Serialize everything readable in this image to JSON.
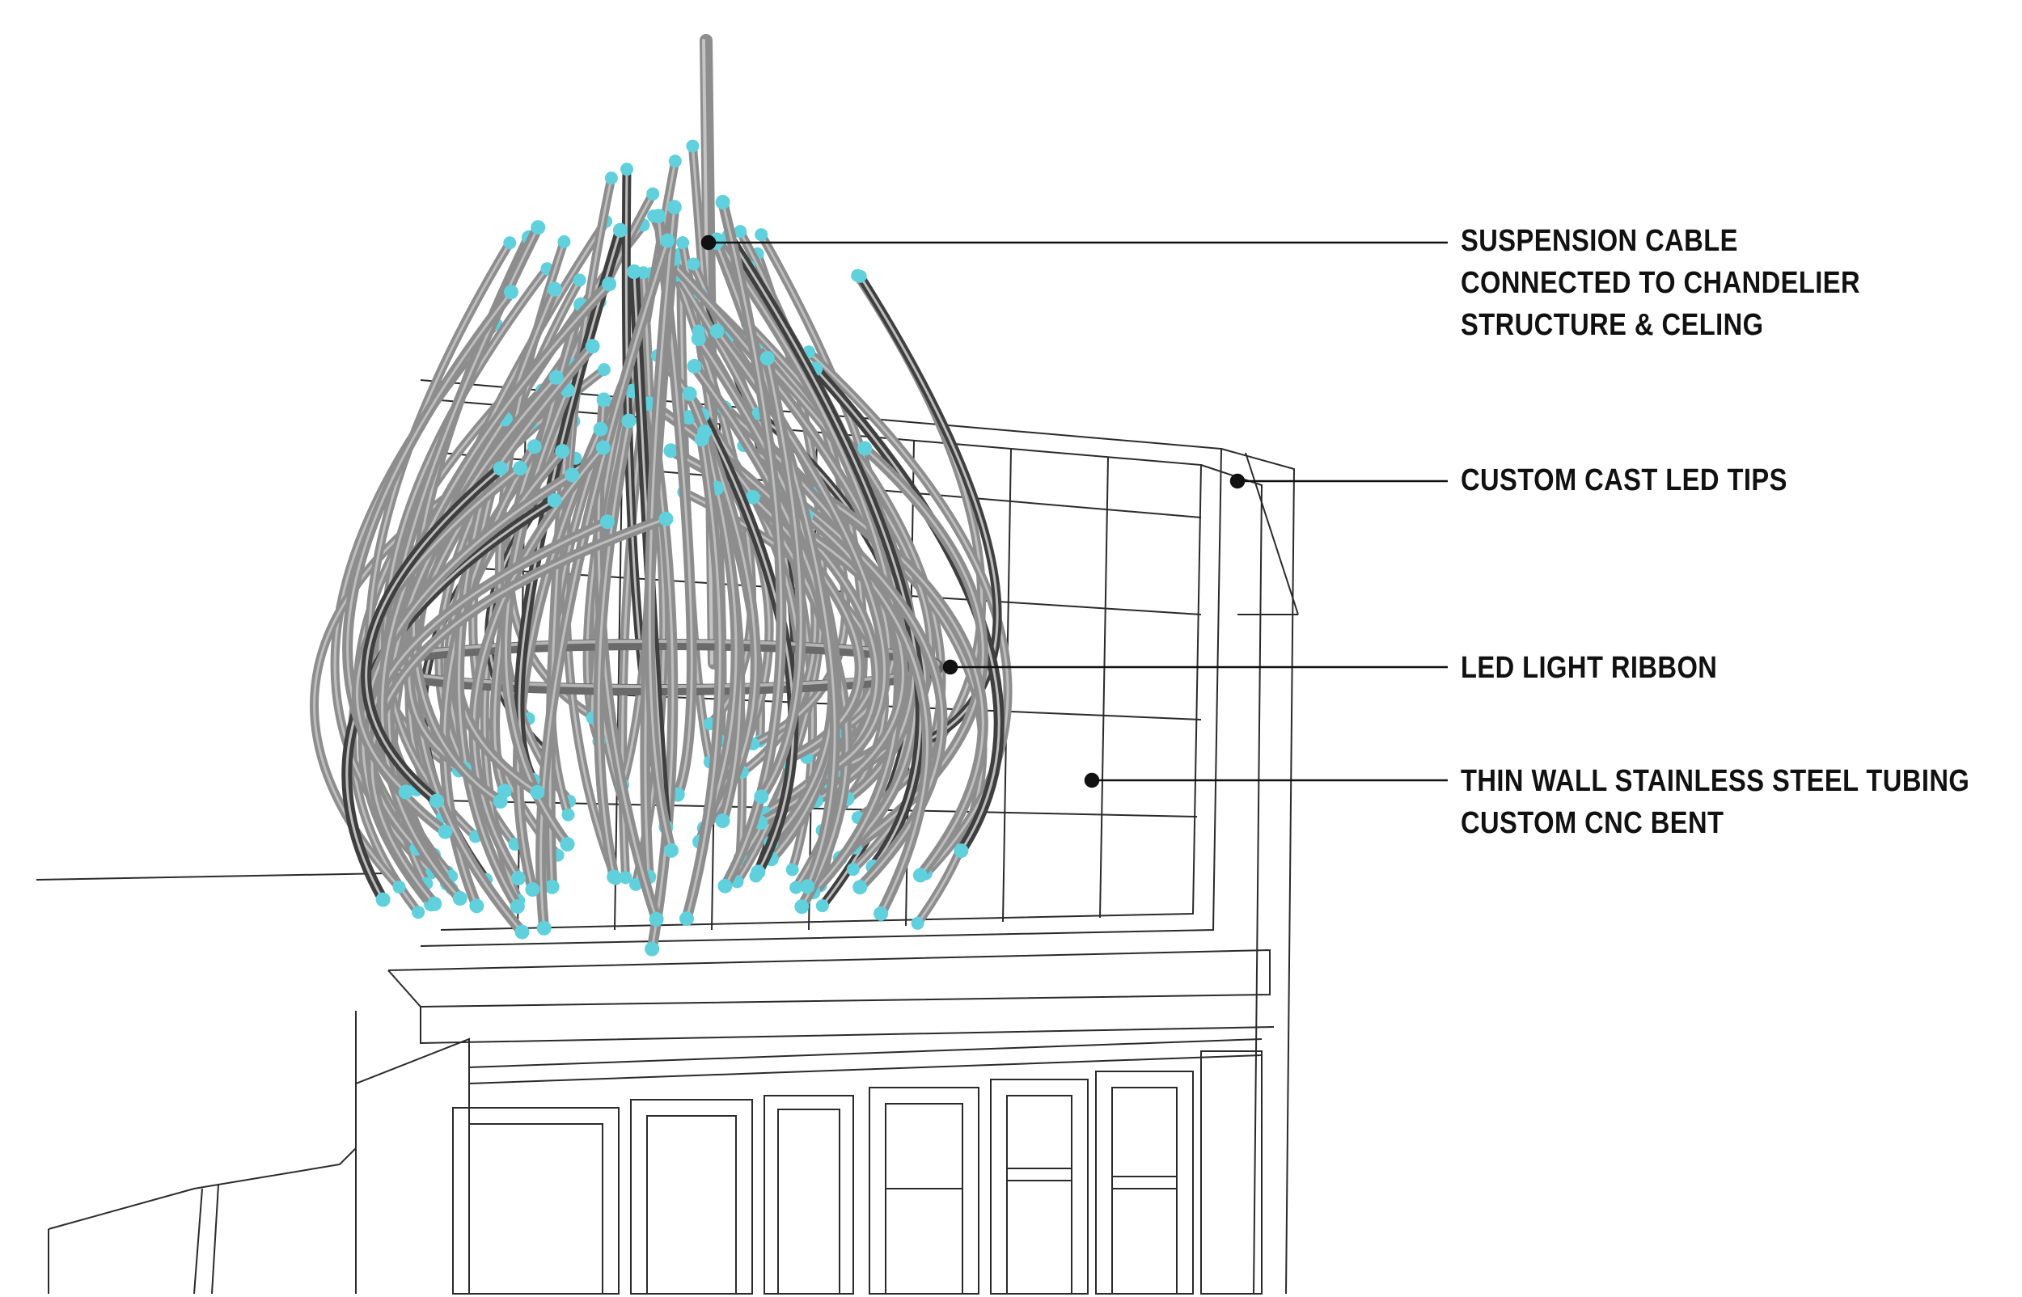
{
  "colors": {
    "background": "#ffffff",
    "architecture_line": "#2a2a2a",
    "tube_body": "#8d8d8d",
    "tube_dark": "#3f3f3f",
    "led_tip": "#5fd0dc",
    "leader_line": "#111111",
    "label_text": "#111111"
  },
  "callouts": [
    {
      "id": "suspension-cable",
      "lines": [
        "SUSPENSION CABLE",
        "CONNECTED TO CHANDELIER",
        "STRUCTURE & CELING"
      ]
    },
    {
      "id": "led-tips",
      "lines": [
        "CUSTOM CAST LED TIPS"
      ]
    },
    {
      "id": "led-ribbon",
      "lines": [
        "LED LIGHT RIBBON"
      ]
    },
    {
      "id": "steel-tubing",
      "lines": [
        "THIN WALL STAINLESS STEEL TUBING",
        "CUSTOM CNC BENT"
      ]
    }
  ]
}
